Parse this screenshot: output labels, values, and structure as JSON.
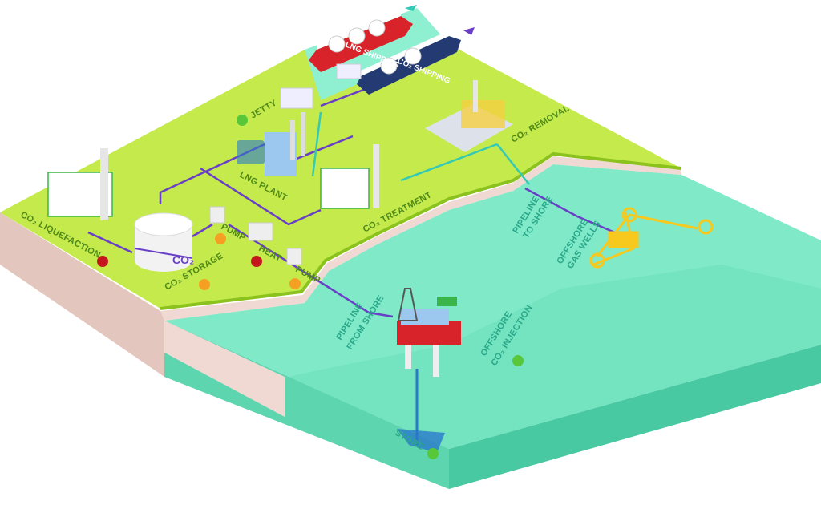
{
  "colors": {
    "land": "#c4ea4c",
    "cliff": "#efd9d2",
    "sea_top": "#7fe9c8",
    "sea_side": "#5dd6b0",
    "pipeline_co2": "#6a3fc8",
    "pipeline_gas": "#35c9b5",
    "status_green": "#58c83a",
    "status_red": "#c4161c",
    "status_orange": "#f6a023",
    "gas_wells": "#f7c81e",
    "platform_red": "#d8232a"
  },
  "labels": {
    "lng_shipping": "LNG SHIPPING",
    "co2_shipping": "CO₂ SHIPPING",
    "jetty": "JETTY",
    "co2_removal": "CO₂ REMOVAL",
    "lng_plant": "LNG PLANT",
    "co2_treatment": "CO₂ TREATMENT",
    "co2_liquefaction": "CO₂ LIQUEFACTION",
    "co2_storage": "CO₂ STORAGE",
    "pump_1": "PUMP",
    "heat": "HEAT",
    "pump_2": "PUMP",
    "pipeline_to_shore_1": "PIPELINE",
    "pipeline_to_shore_2": "TO SHORE",
    "offshore_gas_wells_1": "OFFSHORE",
    "offshore_gas_wells_2": "GAS WELLS",
    "pipeline_from_shore_1": "PIPELINE",
    "pipeline_from_shore_2": "FROM SHORE",
    "offshore_injection_1": "OFFSHORE",
    "offshore_injection_2": "CO₂ INJECTION",
    "store": "STORE",
    "tank_label": "CO₂"
  },
  "status_dots": [
    {
      "for": "JETTY",
      "status": "green"
    },
    {
      "for": "CO₂ LIQUEFACTION",
      "status": "red"
    },
    {
      "for": "CO₂ STORAGE",
      "status": "orange"
    },
    {
      "for": "PUMP",
      "status": "orange"
    },
    {
      "for": "HEAT",
      "status": "red"
    },
    {
      "for": "PUMP",
      "status": "orange"
    },
    {
      "for": "OFFSHORE CO₂ INJECTION",
      "status": "green"
    },
    {
      "for": "STORE",
      "status": "green"
    }
  ]
}
